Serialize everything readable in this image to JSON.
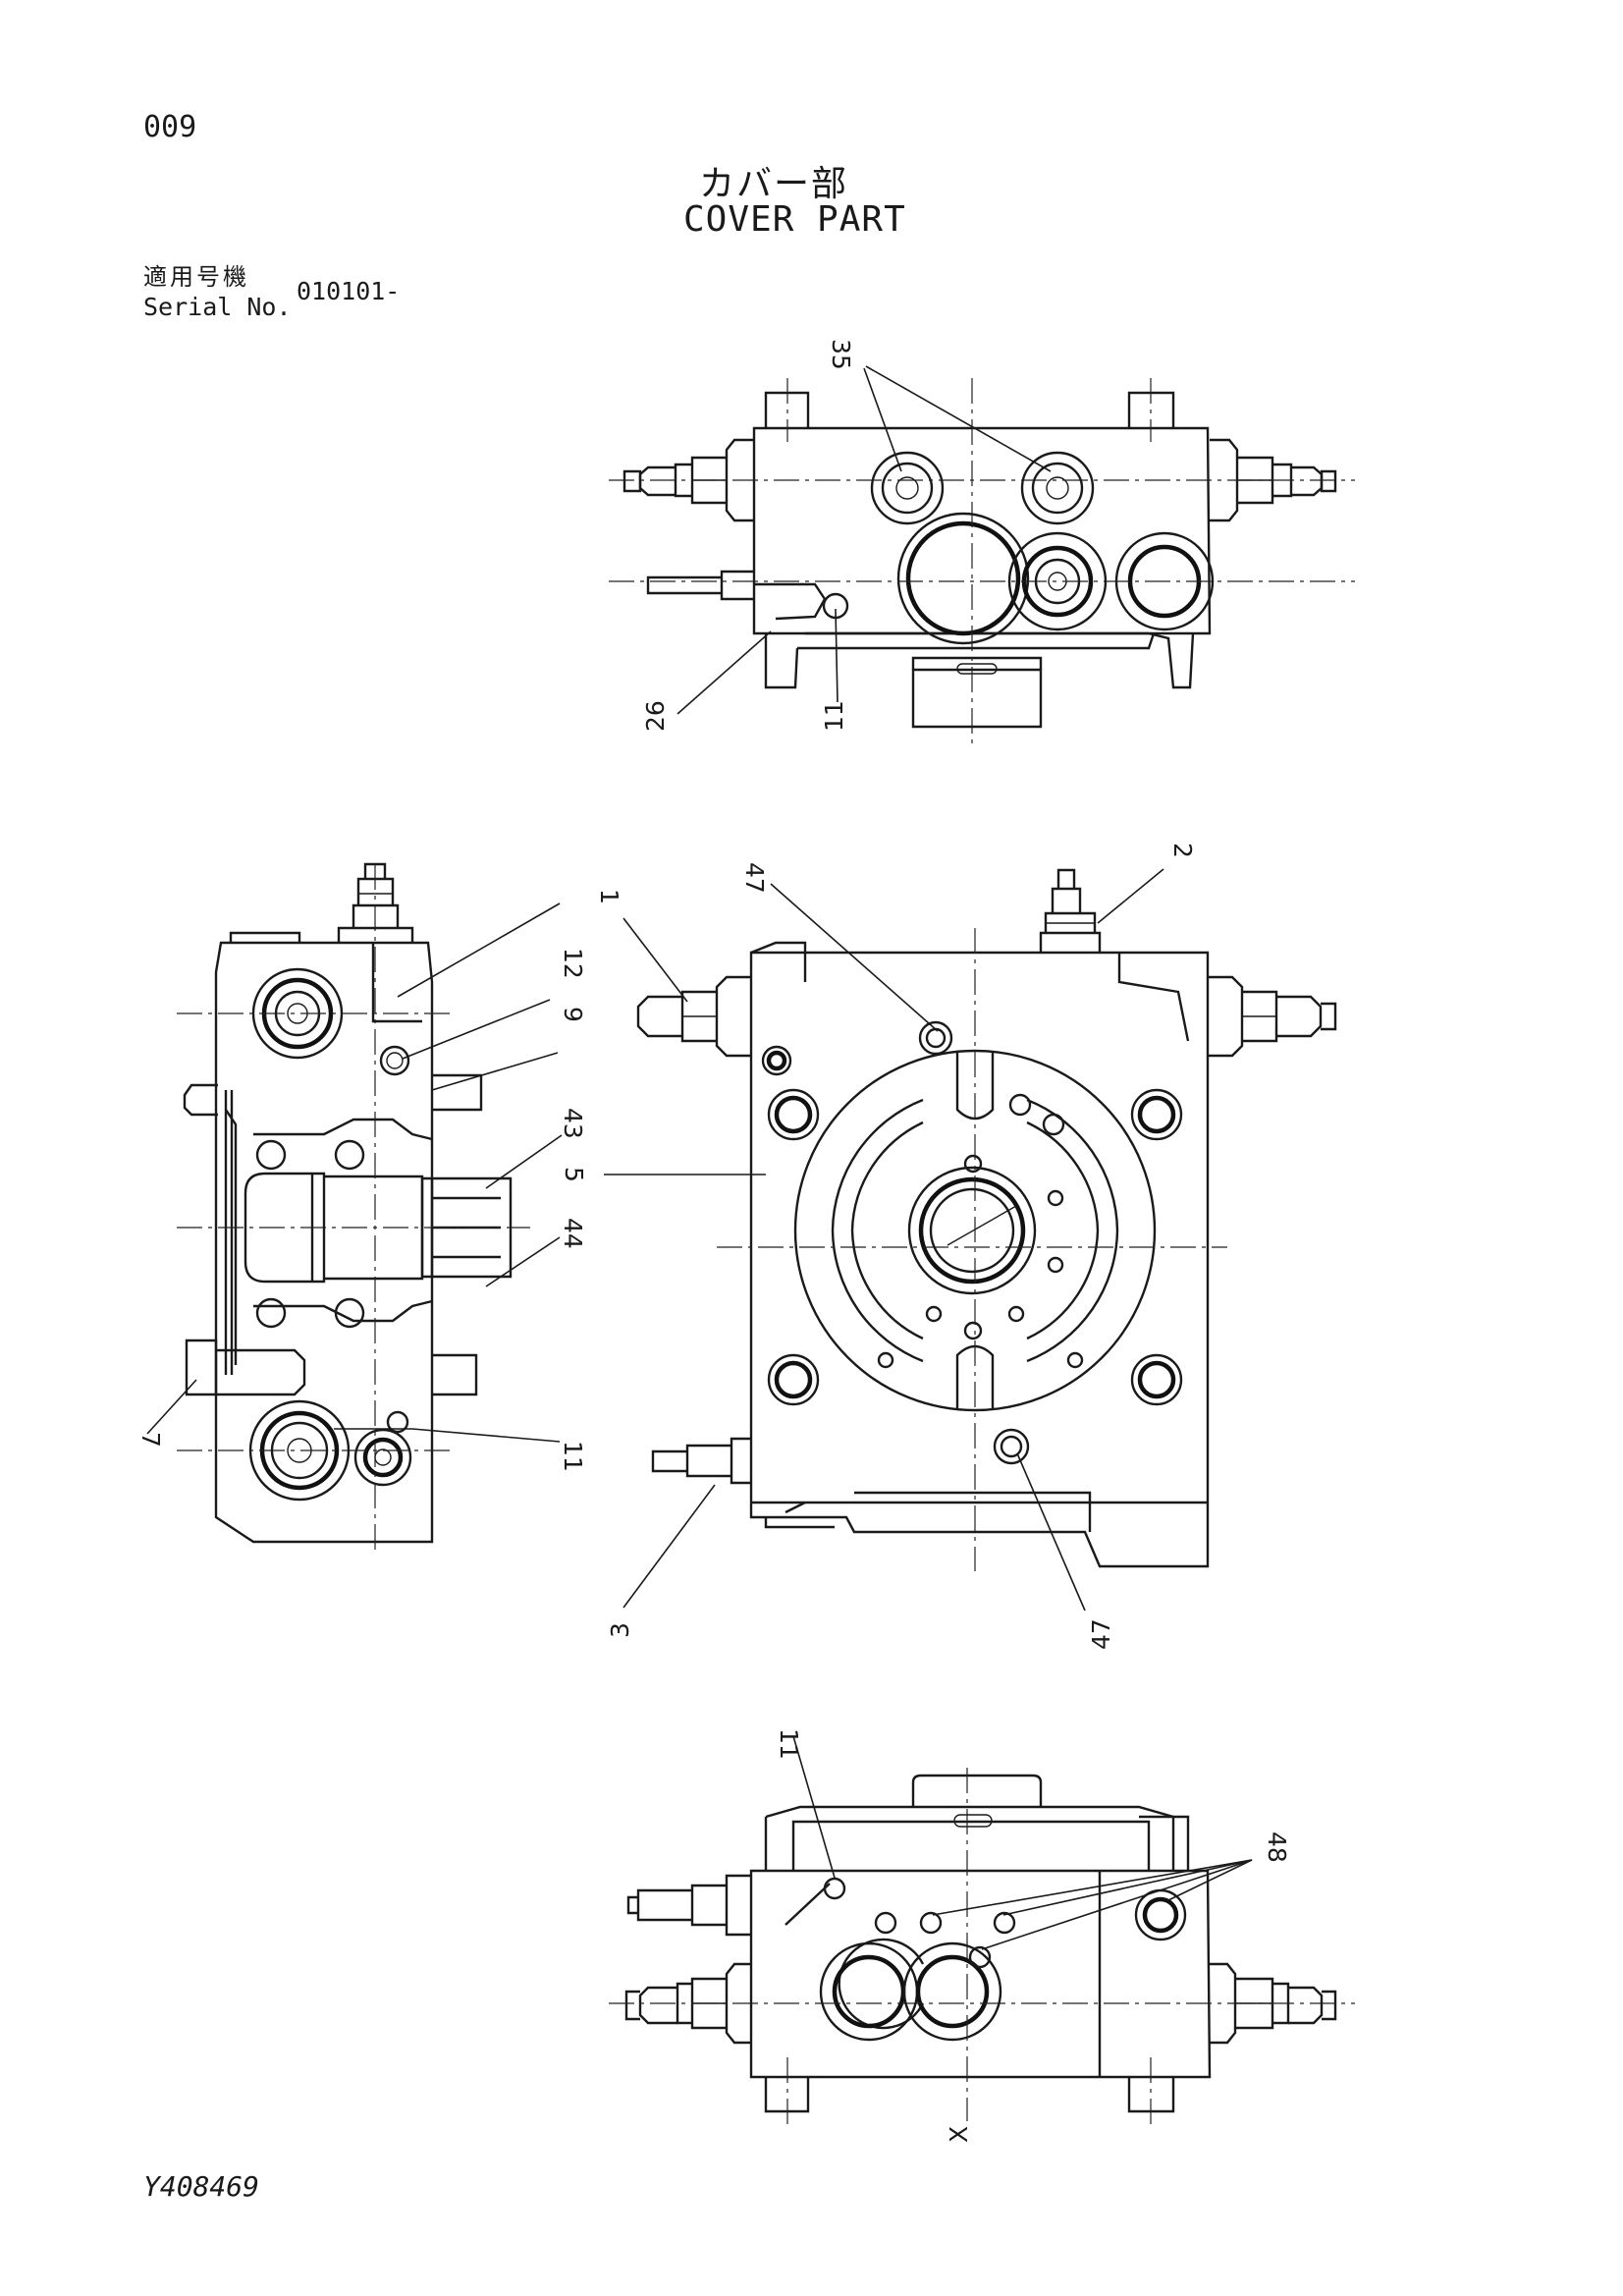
{
  "page_number": "009",
  "title_ja": "カバー部",
  "title_en": "COVER PART",
  "serial_label_ja": "適用号機",
  "serial_label_en": "Serial No.",
  "serial_value": "010101-",
  "drawing_number": "Y408469",
  "callouts": {
    "top_view": [
      "35",
      "26",
      "11"
    ],
    "side_view": [
      "12",
      "9",
      "43",
      "44",
      "11",
      "7"
    ],
    "front_view": [
      "47",
      "1",
      "2",
      "5",
      "3",
      "47"
    ],
    "bottom_view": [
      "11",
      "48",
      "X"
    ]
  }
}
